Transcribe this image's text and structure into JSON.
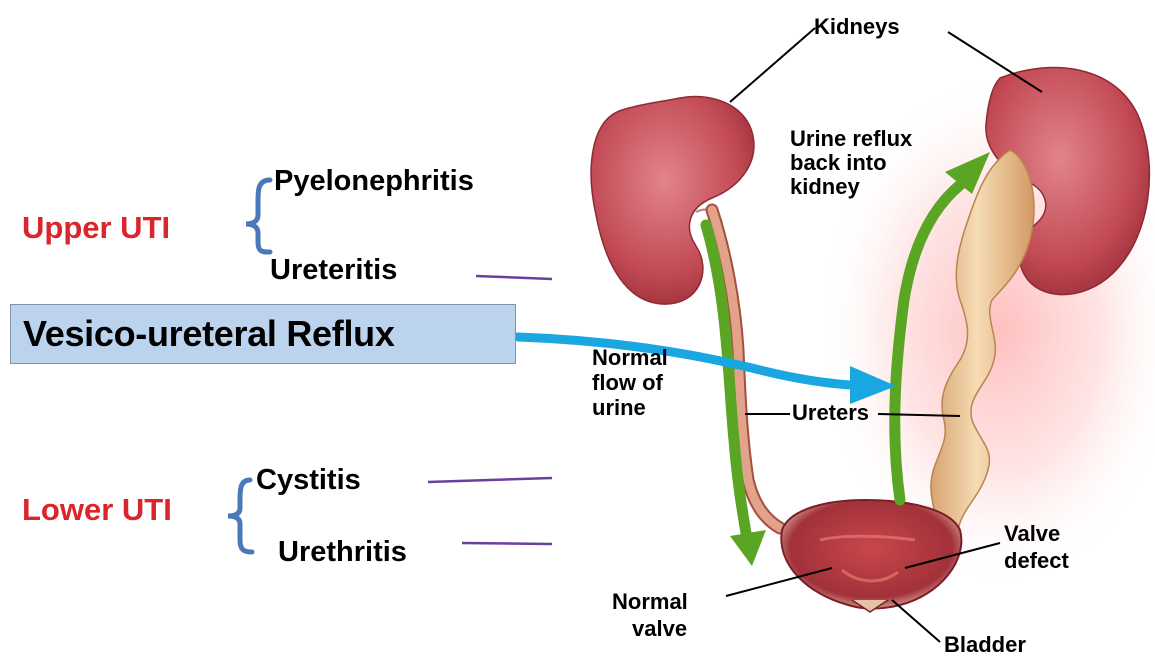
{
  "categories": {
    "upper": {
      "label": "Upper UTI",
      "items": [
        "Pyelonephritis",
        "Ureteritis"
      ]
    },
    "lower": {
      "label": "Lower UTI",
      "items": [
        "Cystitis",
        "Urethritis"
      ]
    }
  },
  "highlight": {
    "label": "Vesico-ureteral Reflux"
  },
  "anatomy": {
    "kidneys": "Kidneys",
    "reflux_line1": "Urine reflux",
    "reflux_line2": "back into",
    "reflux_line3": "kidney",
    "normal_flow_line1": "Normal",
    "normal_flow_line2": "flow of",
    "normal_flow_line3": "urine",
    "ureters": "Ureters",
    "valve_defect_line1": "Valve",
    "valve_defect_line2": "defect",
    "normal_valve_line1": "Normal",
    "normal_valve_line2": "valve",
    "bladder": "Bladder"
  },
  "colors": {
    "category_label": "#d9252b",
    "bracket": "#4a78b8",
    "connector": "#6a3fa0",
    "highlight_box": "#bcd3ee",
    "reflux_arrow": "#1aa6e0",
    "flow_arrow": "#5aa624",
    "kidney": "#c24a55",
    "ureter_normal": "#d9907a",
    "ureter_dilated": "#f0cfa0",
    "bladder": "#a8343a"
  }
}
